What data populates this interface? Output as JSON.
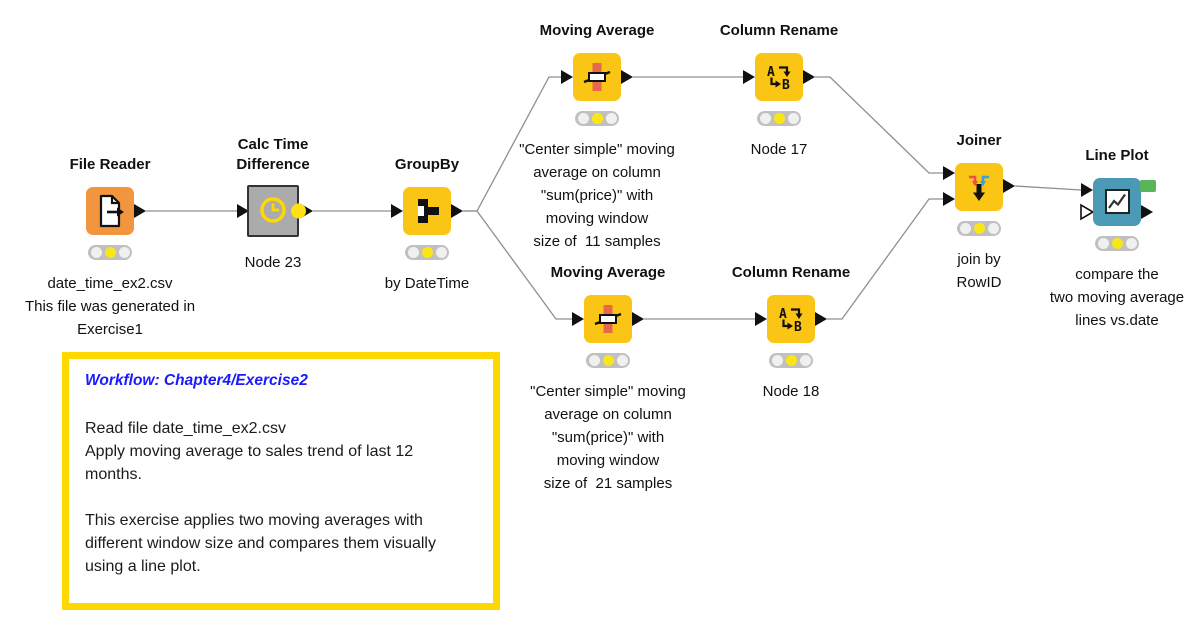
{
  "workflow": {
    "nodes": {
      "file_reader": {
        "title": "File Reader",
        "comment": "date_time_ex2.csv\nThis file was generated in\nExercise1",
        "traffic_light": "yellow"
      },
      "calc_time_diff": {
        "title": "Calc Time\nDifference",
        "comment": "Node 23",
        "traffic_light": "none"
      },
      "groupby": {
        "title": "GroupBy",
        "comment": "by DateTime",
        "traffic_light": "yellow"
      },
      "moving_average_1": {
        "title": "Moving Average",
        "comment": "\"Center simple\" moving\naverage on column\n\"sum(price)\" with\nmoving window\nsize of  11 samples",
        "traffic_light": "yellow"
      },
      "column_rename_1": {
        "title": "Column Rename",
        "comment": "Node 17",
        "traffic_light": "yellow"
      },
      "moving_average_2": {
        "title": "Moving Average",
        "comment": "\"Center simple\" moving\naverage on column\n\"sum(price)\" with\nmoving window\nsize of  21 samples",
        "traffic_light": "yellow"
      },
      "column_rename_2": {
        "title": "Column Rename",
        "comment": "Node 18",
        "traffic_light": "yellow"
      },
      "joiner": {
        "title": "Joiner",
        "comment": "join by\nRowID",
        "traffic_light": "yellow"
      },
      "line_plot": {
        "title": "Line Plot",
        "comment": "compare the\ntwo moving average\nlines vs.date",
        "traffic_light": "yellow"
      }
    },
    "annotation": {
      "title": "Workflow: Chapter4/Exercise2",
      "body": "Read file date_time_ex2.csv\nApply moving average to sales trend of last 12 months.\n\nThis exercise applies two moving averages with different window size and compares them visually using a line plot."
    },
    "colors": {
      "node_yellow": "#FBC515",
      "node_orange": "#F2953E",
      "node_gray": "#ABABAB",
      "node_teal": "#4A9AB5",
      "view_port_green": "#57B55A",
      "annotation_border": "#FFD800",
      "annotation_title_blue": "#1A1AFF",
      "traffic_light_on": "#F8E617",
      "moving_average_icon_red": "#E8684B"
    }
  }
}
